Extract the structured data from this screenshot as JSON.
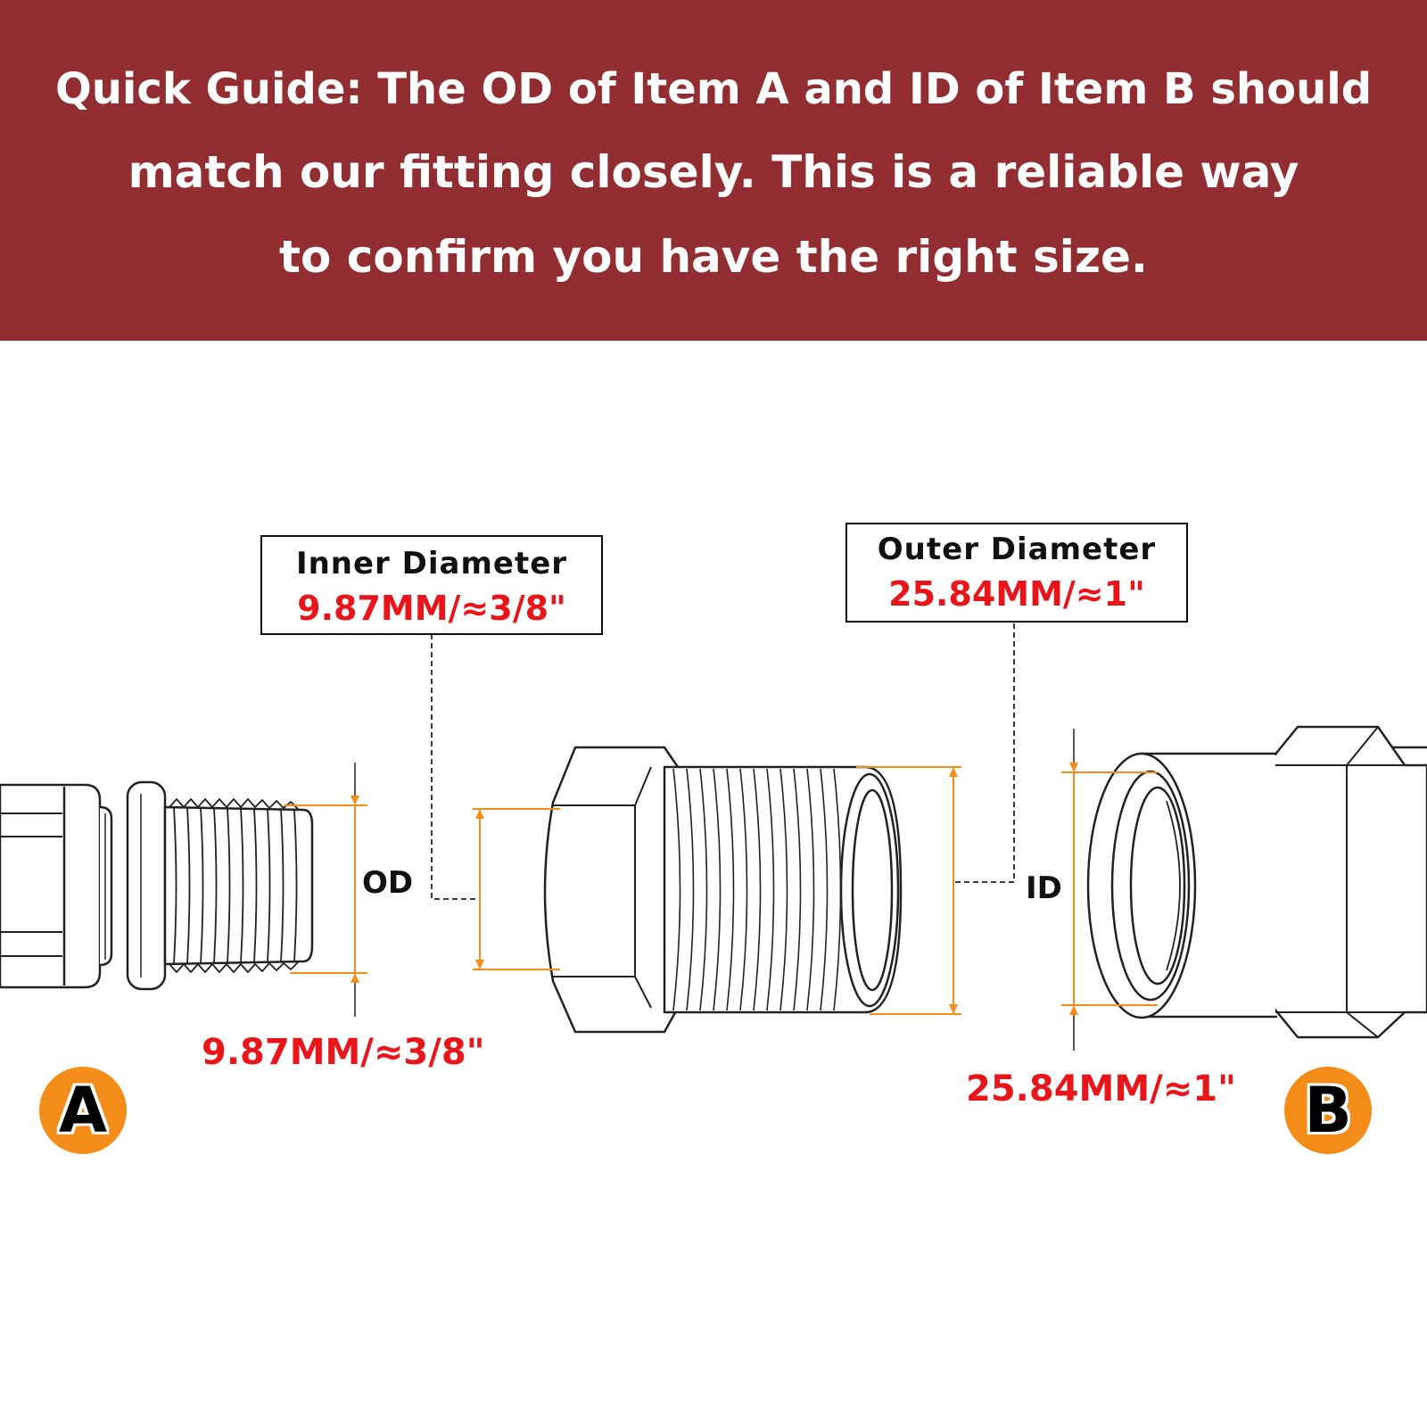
{
  "banner": {
    "lines": [
      "Quick Guide: The OD of Item A and ID of Item B should",
      "match our fitting closely. This is a reliable way",
      "to confirm you have the right size."
    ],
    "background_color": "#922d31"
  },
  "callouts": {
    "inner": {
      "title": "Inner Diameter",
      "value": "9.87MM/≈3/8\""
    },
    "outer": {
      "title": "Outer Diameter",
      "value": "25.84MM/≈1\""
    }
  },
  "item_a": {
    "badge": "A",
    "dimension_label": "OD",
    "dimension_value": "9.87MM/≈3/8\""
  },
  "item_b": {
    "badge": "B",
    "dimension_label": "ID",
    "dimension_value": "25.84MM/≈1\""
  },
  "colors": {
    "accent_orange": "#f48c1a",
    "value_red": "#e8161b",
    "line_dark": "#111111"
  }
}
